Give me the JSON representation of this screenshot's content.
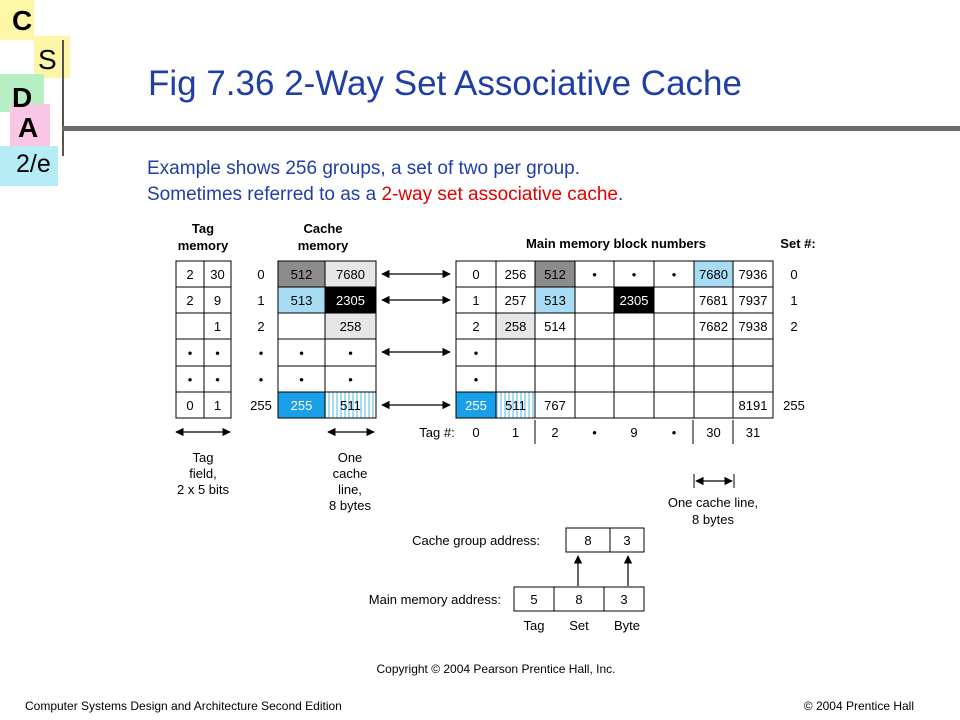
{
  "logo": {
    "c": "C",
    "s": "S",
    "d": "D",
    "a": "A",
    "edition": "2/e"
  },
  "title": "Fig 7.36  2-Way Set Associative  Cache",
  "subtitle": {
    "line1": "Example shows 256 groups,  a set of two per group.",
    "line2_prefix": "Sometimes referred to as a ",
    "line2_highlight": "2-way set associative cache",
    "line2_suffix": "."
  },
  "colors": {
    "title": "#1f3fa6",
    "highlight": "#e00000",
    "light_blue": "#a8dcf4",
    "bright_blue": "#1aa0e8",
    "dark_gray": "#8c8c8c",
    "light_gray": "#e6e6e6",
    "black": "#000000"
  },
  "figure": {
    "tag_memory_label": [
      "Tag",
      "memory"
    ],
    "cache_memory_label": [
      "Cache",
      "memory"
    ],
    "main_memory_label": "Main memory block numbers",
    "set_label": "Set #:",
    "tag_rows": [
      [
        "2",
        "30"
      ],
      [
        "2",
        "9"
      ],
      [
        "",
        "1"
      ],
      [
        "•",
        "•"
      ],
      [
        "•",
        "•"
      ],
      [
        "0",
        "1"
      ]
    ],
    "cache_row_labels": [
      "0",
      "1",
      "2",
      "•",
      "•",
      "255"
    ],
    "cache_rows": [
      [
        "512",
        "7680"
      ],
      [
        "513",
        "2305"
      ],
      [
        "",
        "258"
      ],
      [
        "•",
        "•"
      ],
      [
        "•",
        "•"
      ],
      [
        "255",
        "511"
      ]
    ],
    "main_rows": [
      [
        "0",
        "256",
        "512",
        "•",
        "•",
        "•",
        "7680",
        "7936"
      ],
      [
        "1",
        "257",
        "513",
        "",
        "2305",
        "",
        "7681",
        "7937"
      ],
      [
        "2",
        "258",
        "514",
        "",
        "",
        "",
        "7682",
        "7938"
      ],
      [
        "•",
        "",
        "",
        "",
        "",
        "",
        "",
        ""
      ],
      [
        "•",
        "",
        "",
        "",
        "",
        "",
        "",
        ""
      ],
      [
        "255",
        "511",
        "767",
        "",
        "",
        "",
        "",
        "8191"
      ]
    ],
    "set_numbers": [
      "0",
      "1",
      "2",
      "",
      "",
      "255"
    ],
    "tag_row_label": "Tag #:",
    "tag_numbers": [
      "0",
      "1",
      "2",
      "•",
      "9",
      "•",
      "30",
      "31"
    ],
    "tag_field_note": [
      "Tag",
      "field,",
      "2 x 5 bits"
    ],
    "cache_line_note": [
      "One",
      "cache",
      "line,",
      "8 bytes"
    ],
    "main_line_note": [
      "One cache line,",
      "8 bytes"
    ],
    "group_address_label": "Cache group address:",
    "group_address_fields": [
      "8",
      "3"
    ],
    "main_address_label": "Main memory address:",
    "main_address_fields": [
      "5",
      "8",
      "3"
    ],
    "field_names": [
      "Tag",
      "Set",
      "Byte"
    ],
    "copyright": "Copyright © 2004 Pearson Prentice Hall, Inc."
  },
  "footer": {
    "left": "Computer Systems Design and Architecture Second Edition",
    "right": "© 2004 Prentice Hall"
  }
}
